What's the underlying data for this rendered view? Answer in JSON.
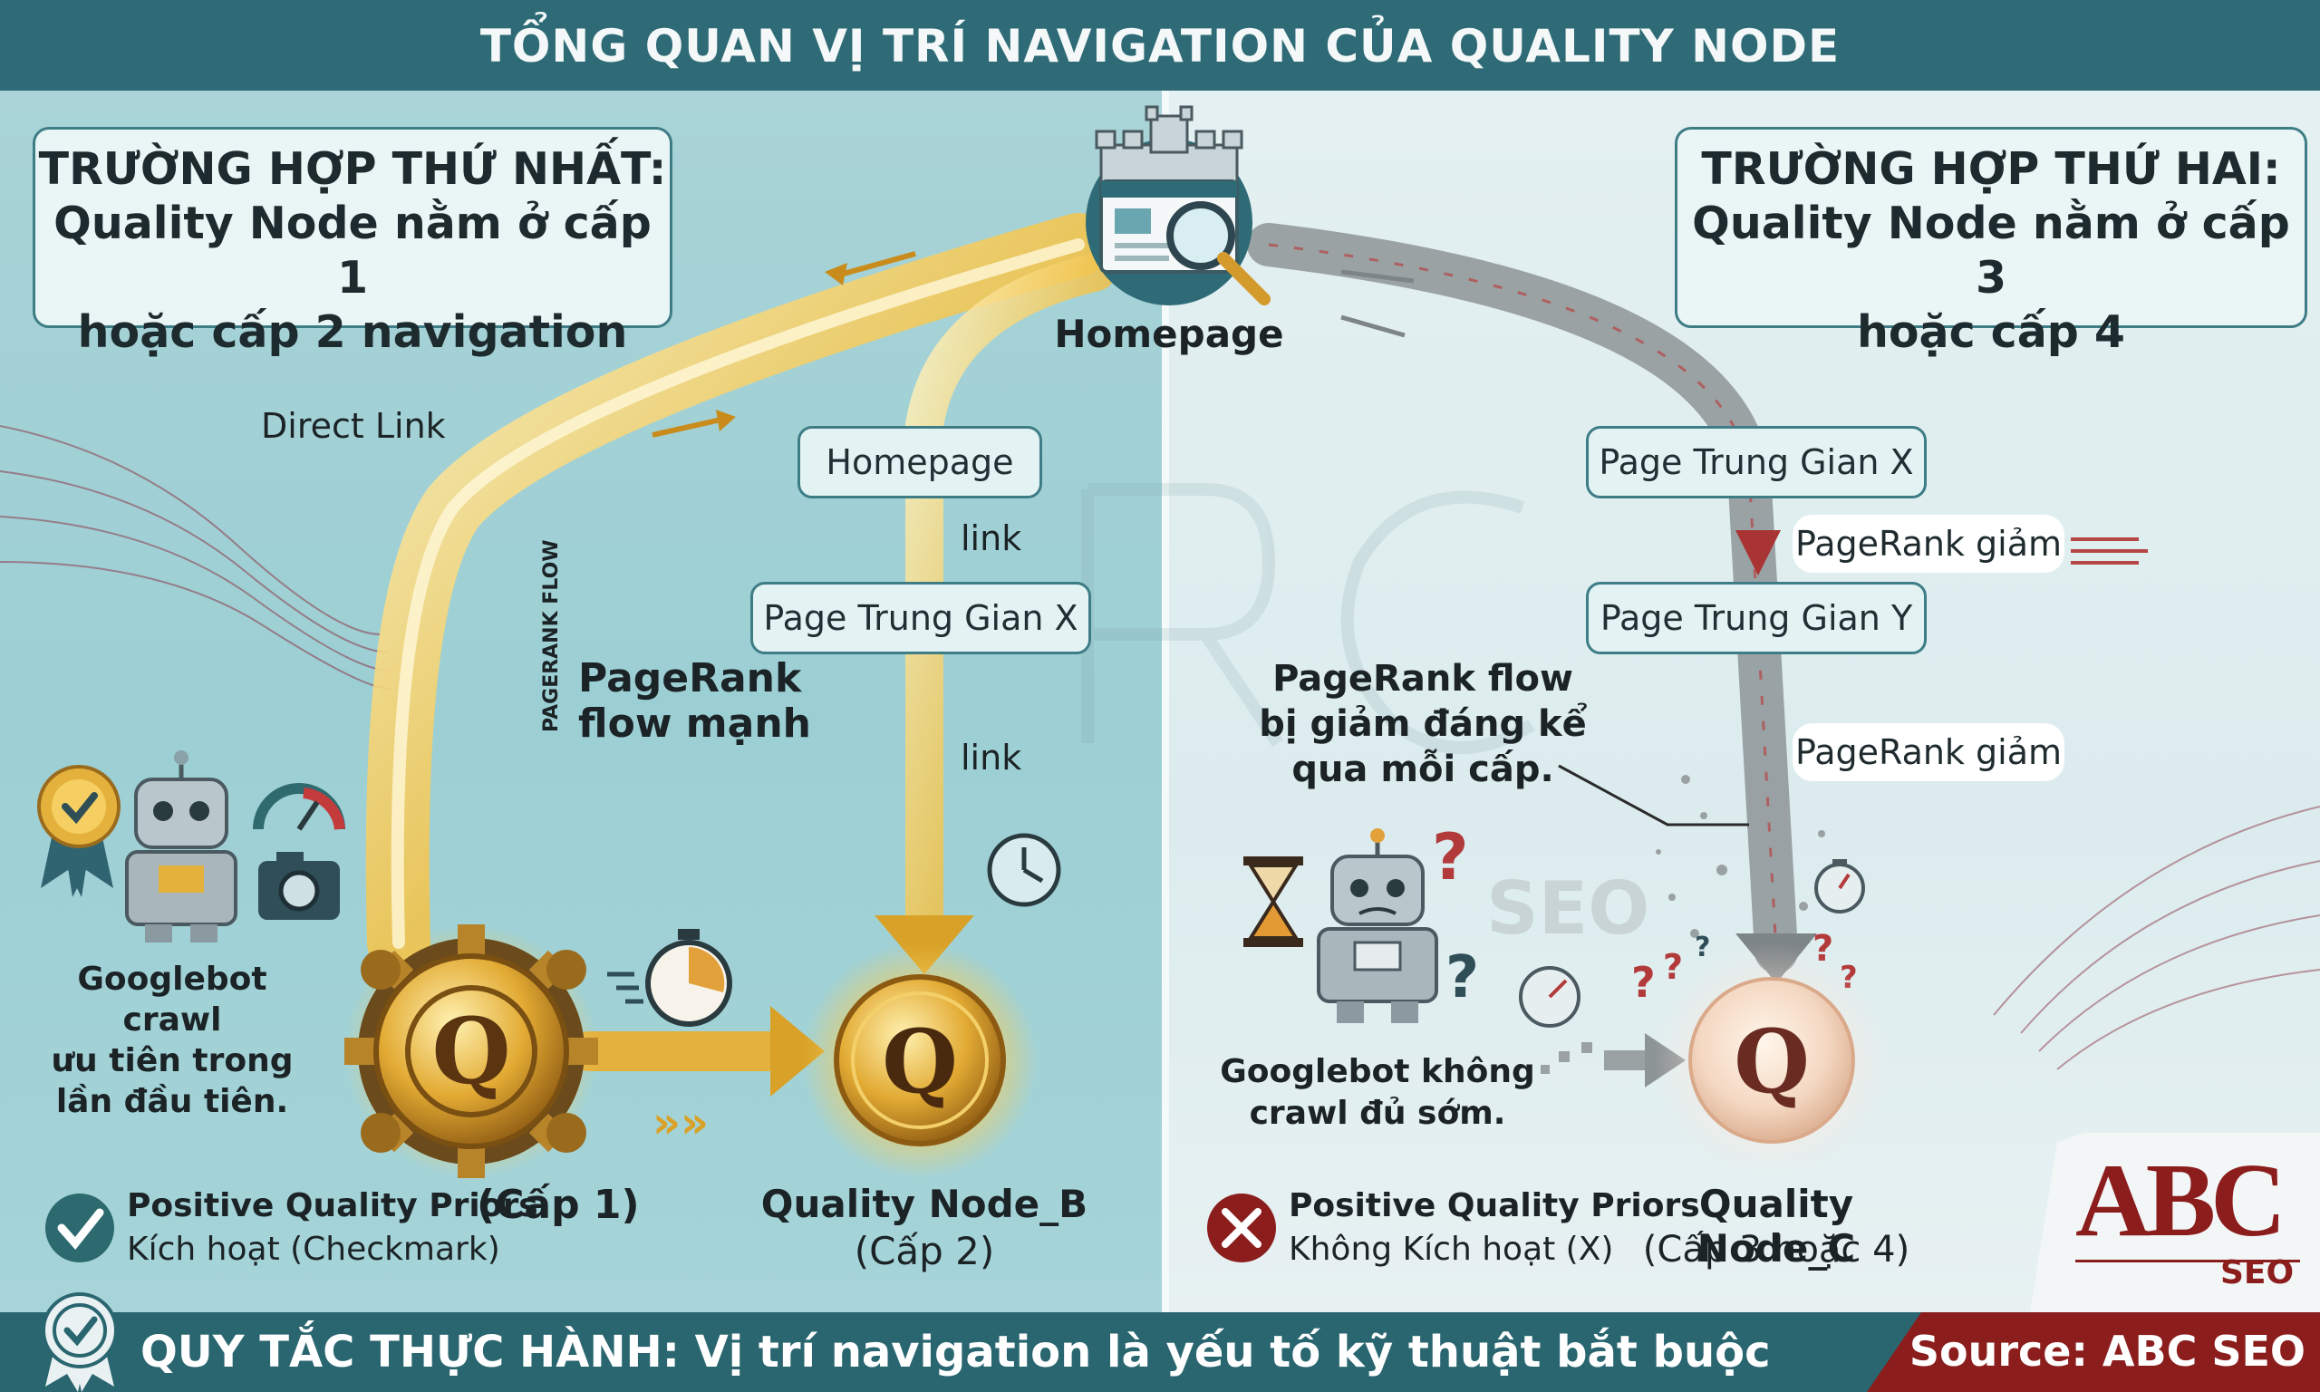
{
  "header": {
    "title": "TỔNG QUAN VỊ TRÍ NAVIGATION CỦA QUALITY NODE"
  },
  "left_case": {
    "title_lines": [
      "TRƯỜNG HỢP THỨ NHẤT:",
      "Quality Node nằm ở cấp 1",
      "hoặc cấp 2 navigation"
    ],
    "direct_link": "Direct Link",
    "pagerank_flow_vertical": "PAGERANK FLOW",
    "pagerank_strong": [
      "PageRank",
      "flow mạnh"
    ],
    "homepage_box": "Homepage",
    "link_1": "link",
    "intermediate_box": "Page Trung Gian X",
    "link_2": "link",
    "googlebot_text": [
      "Googlebot crawl",
      "ưu tiên trong",
      "lần đầu tiên."
    ],
    "priors_title": "Positive Quality Priors",
    "priors_level": "(Cấp 1)",
    "priors_status": "Kích hoạt (Checkmark)",
    "node_b_title": "Quality Node_B",
    "node_b_level": "(Cấp 2)",
    "node_letter": "Q"
  },
  "center": {
    "homepage_label": "Homepage"
  },
  "right_case": {
    "title_lines": [
      "TRƯỜNG HỢP THỨ HAI:",
      "Quality Node nằm ở cấp 3",
      "hoặc cấp 4"
    ],
    "box_x": "Page Trung Gian X",
    "pill_1": "PageRank giảm",
    "box_y": "Page Trung Gian Y",
    "pill_2": "PageRank giảm",
    "flow_note": [
      "PageRank flow",
      "bị giảm đáng kể",
      "qua mỗi cấp."
    ],
    "watermark": "SEO",
    "googlebot_text": [
      "Googlebot không",
      "crawl đủ sớm."
    ],
    "priors_title": "Positive Quality Priors",
    "priors_status": "Không Kích hoạt (X)",
    "node_c_title": "Quality Node_C",
    "node_c_level": "(Cấp 3 hoặc 4)",
    "node_letter": "Q"
  },
  "logo": {
    "big": "ABC",
    "small": "SEO"
  },
  "footer": {
    "rule": "QUY TẮC THỰC HÀNH: Vị trí navigation là yếu tố kỹ thuật bắt buộc",
    "source": "Source: ABC SEO"
  },
  "colors": {
    "teal_dark": "#2e6b76",
    "gold": "#e8b53a",
    "gray_flow": "#8d9496",
    "red_accent": "#8c1d1d",
    "check_green": "#2c6a70"
  },
  "icons": [
    "castle-icon",
    "browser-icon",
    "magnifier-icon",
    "robot-icon",
    "badge-icon",
    "gauge-icon",
    "camera-icon",
    "stopwatch-icon",
    "clock-icon",
    "hourglass-icon",
    "question-icon",
    "check-icon",
    "x-icon",
    "gear-icon"
  ]
}
